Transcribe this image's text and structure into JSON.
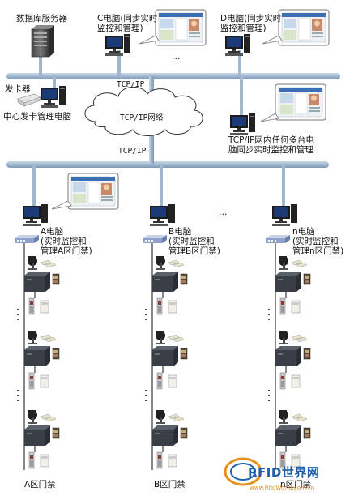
{
  "labels": {
    "db_server": "数据库服务器",
    "pc_c": "C电脑(同步实时\n监控和管理)",
    "pc_d": "D电脑(同步实时\n监控和管理)",
    "ellipsis_top": "…",
    "card_issuer": "发卡器",
    "central_pc": "中心发卡管理电脑",
    "tcpip_top": "TCP/IP",
    "network": "TCP/IP网络",
    "tcpip_bottom": "TCP/IP",
    "any_pc": "TCP/IP网内任何多台电\n脑同步实时监控和管理",
    "pc_a": "A电脑\n(实时监控和\n管理A区门禁)",
    "pc_b": "B电脑\n(实时监控和\n管理B区门禁)",
    "pc_n": "n电脑\n(实时监控和\n管理n区门禁)",
    "ellipsis_mid": "…",
    "zone_a": "A区门禁",
    "zone_b": "B区门禁",
    "zone_n": "n区门禁"
  },
  "watermark": {
    "logo_text": "RFID世界网",
    "url": "www.RfidWorld.com.cn"
  },
  "colors": {
    "bus": "#9fb7cf",
    "bus_dark": "#6e8aa8",
    "monitor_screen": "#1c3a78",
    "pc_black": "#1b1b1b",
    "controller": "#3a3f47",
    "brand_blue": "#1f5fa8",
    "brand_orange": "#e8911a"
  }
}
